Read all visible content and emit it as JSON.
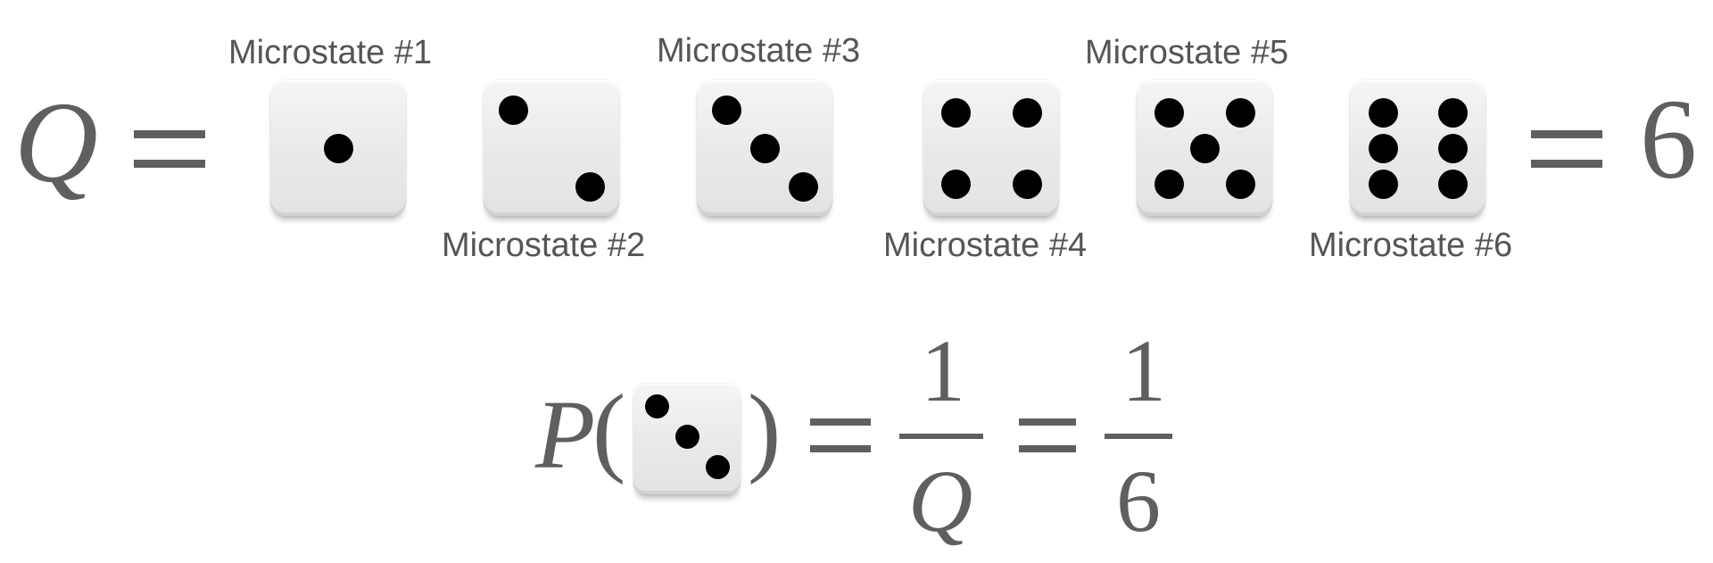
{
  "top_equation": {
    "lhs": "Q",
    "rhs": "6",
    "microstates": [
      {
        "label": "Microstate #1",
        "pips": 1
      },
      {
        "label": "Microstate #2",
        "pips": 2
      },
      {
        "label": "Microstate #3",
        "pips": 3
      },
      {
        "label": "Microstate #4",
        "pips": 4
      },
      {
        "label": "Microstate #5",
        "pips": 5
      },
      {
        "label": "Microstate #6",
        "pips": 6
      }
    ]
  },
  "bottom_equation": {
    "function": "P",
    "open_paren": "(",
    "close_paren": ")",
    "die_pips": 3,
    "fraction1": {
      "numerator": "1",
      "denominator": "Q"
    },
    "fraction2": {
      "numerator": "1",
      "denominator": "6"
    }
  },
  "colors": {
    "text": "#5f5f5f",
    "pip": "#000000",
    "die_face": "#e9e9e9"
  }
}
